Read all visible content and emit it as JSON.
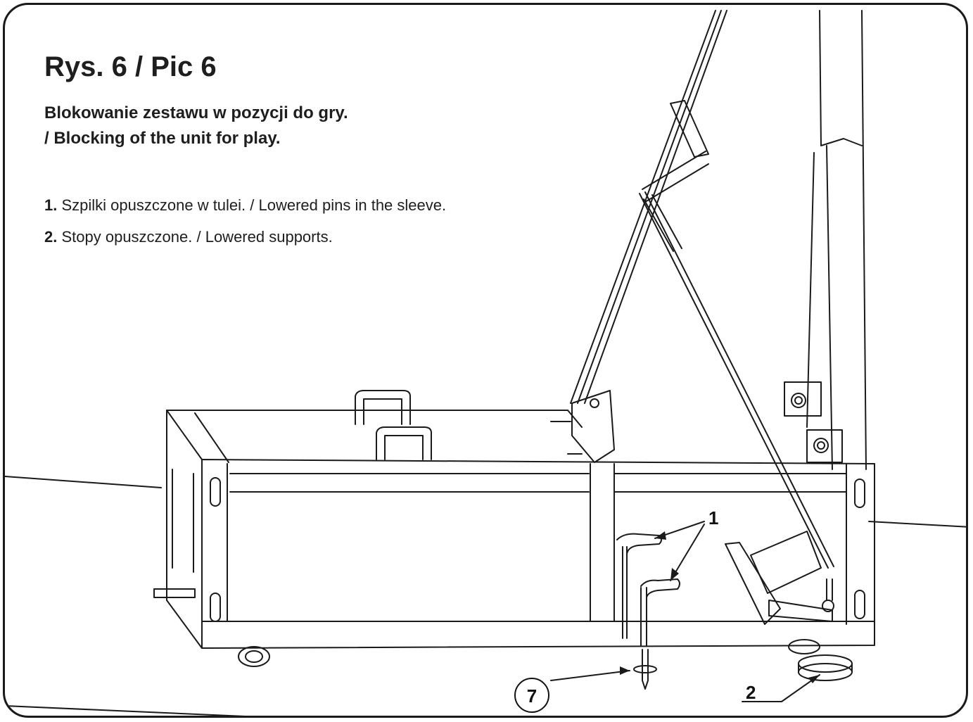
{
  "title": "Rys. 6 / Pic 6",
  "subtitle": {
    "line1": "Blokowanie zestawu w pozycji do gry.",
    "line2": "/ Blocking of the unit for play."
  },
  "legend": [
    {
      "number": "1.",
      "text": "Szpilki opuszczone w tulei. / Lowered pins in the sleeve."
    },
    {
      "number": "2.",
      "text": "Stopy opuszczone. / Lowered supports."
    }
  ],
  "callouts": {
    "pins": "1",
    "supports": "2",
    "ground_spike": "7"
  },
  "colors": {
    "line": "#1a1a1a",
    "background": "#ffffff"
  }
}
